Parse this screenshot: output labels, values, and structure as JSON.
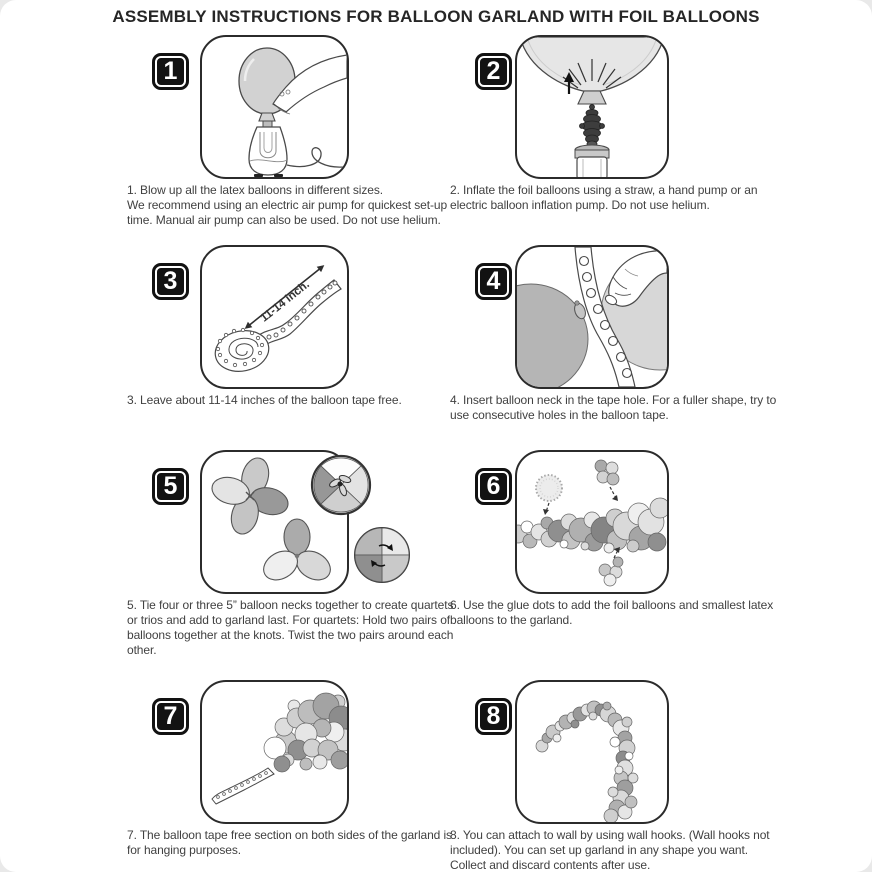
{
  "title": "ASSEMBLY INSTRUCTIONS FOR BALLOON GARLAND WITH FOIL BALLOONS",
  "colors": {
    "badge": "#121212",
    "ink": "#414141",
    "line": "#4a4a4a"
  },
  "steps": [
    {
      "number": "1",
      "caption": "1. Blow up all the latex balloons in different sizes.\nWe recommend using an electric air pump for quickest set-up time. Manual air pump can also be used. Do not use helium.",
      "illustration": "latex-balloon-on-electric-air-pump"
    },
    {
      "number": "2",
      "caption": "2. Inflate the foil balloons using a straw, a hand pump or an electric balloon inflation pump. Do not use helium.",
      "illustration": "foil-balloon-valve-on-hand-pump"
    },
    {
      "number": "3",
      "caption": "3. Leave about 11-14 inches of the balloon tape free.",
      "tape_label": "11-14 inch.",
      "illustration": "balloon-tape-roll-with-free-end"
    },
    {
      "number": "4",
      "caption": "4. Insert balloon neck in the tape hole. For a fuller shape, try to use consecutive holes in the balloon tape.",
      "illustration": "hand-inserting-balloon-neck-into-tape-hole"
    },
    {
      "number": "5",
      "caption": "5. Tie four or three 5” balloon necks together to create quartets or trios and add to garland last. For quartets: Hold two pairs of balloons together at the knots. Twist the two pairs around each other.",
      "illustration": "balloon-quartet-and-trio-with-knot-detail"
    },
    {
      "number": "6",
      "caption": "6. Use the glue dots to add the foil balloons and smallest latex balloons to the garland.",
      "illustration": "glue-dots-adding-balloons-to-garland"
    },
    {
      "number": "7",
      "caption": "7. The balloon tape free section on both sides of the garland is for hanging purposes.",
      "illustration": "garland-with-free-tape-section"
    },
    {
      "number": "8",
      "caption": "8. You can attach to wall by using wall hooks. (Wall hooks not included). You can set up garland in any shape you want. Collect and discard contents after use.",
      "illustration": "garland-mounted-on-wall"
    }
  ]
}
